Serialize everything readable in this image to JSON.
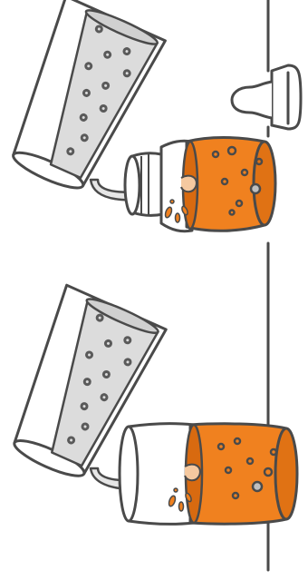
{
  "colors": {
    "outline": "#4a4a4a",
    "bubble": "#5a5a5a",
    "glass_fill": "#ffffff",
    "liquid_grey": "#dcdcdc",
    "orange": "#f0811f",
    "orange_dark": "#e07214",
    "orange_shade": "#d86a10",
    "stream": "#e6e6e6",
    "divider": "#4a4a4a"
  },
  "panels": [
    {
      "name": "bottle-panel",
      "container": "baby-bottle",
      "lid": "nipple-cap"
    },
    {
      "name": "cup-panel",
      "container": "drinking-cup",
      "lid": "none"
    }
  ]
}
